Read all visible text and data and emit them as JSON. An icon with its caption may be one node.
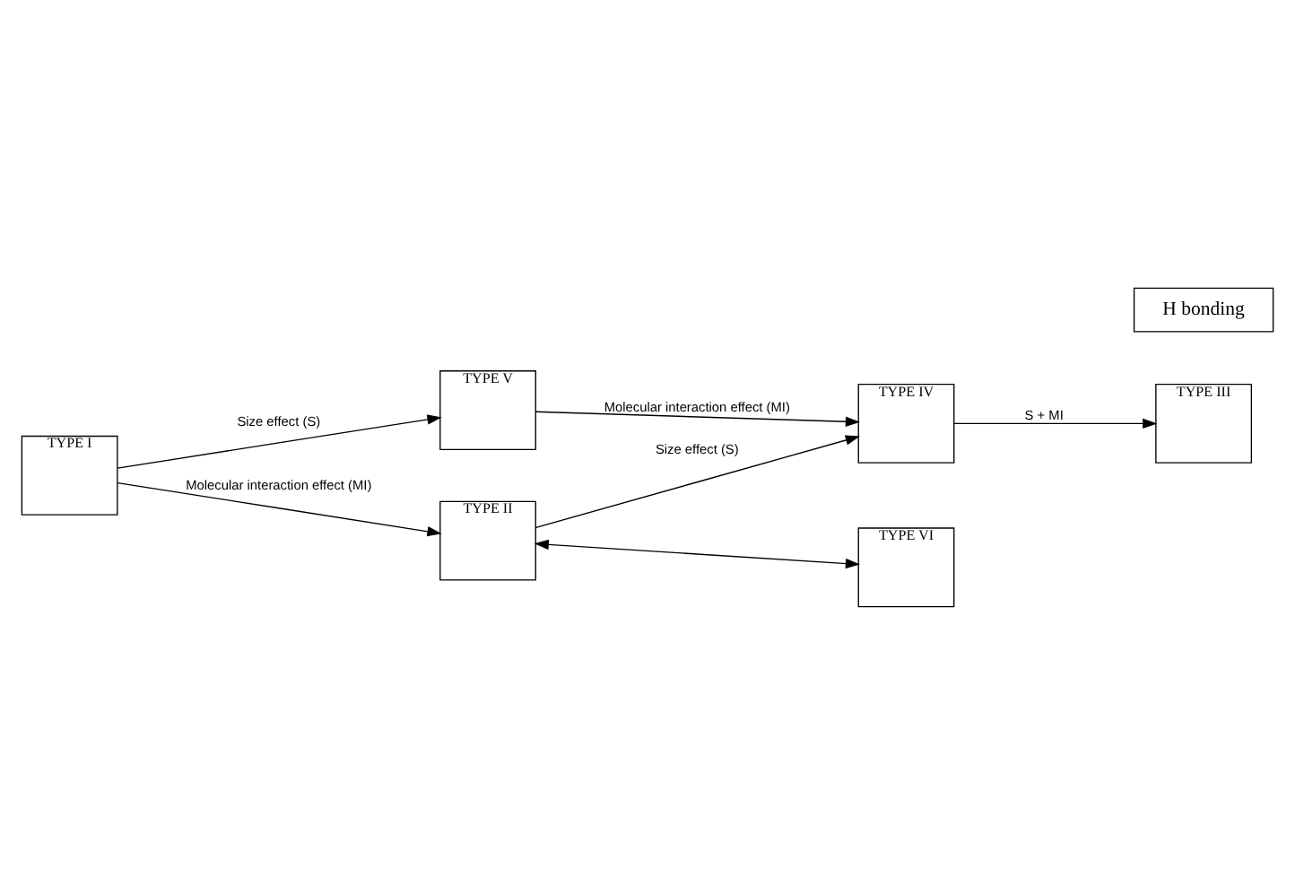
{
  "diagram": {
    "nodes": [
      {
        "text": [
          "TYPE I"
        ]
      },
      {
        "text": [
          "TYPE V"
        ]
      },
      {
        "text": [
          "TYPE IV"
        ]
      },
      {
        "text": [
          "TYPE III"
        ]
      },
      {
        "text": [
          "TYPE II"
        ]
      },
      {
        "text": [
          "TYPE VI"
        ]
      },
      {
        "text": [
          "H bonding"
        ]
      }
    ],
    "edges": [
      {
        "from": 0,
        "to": 1,
        "arrow": "to",
        "label": "Size effect (S)"
      },
      {
        "from": 1,
        "to": 2,
        "arrow": "to",
        "label": "Molecular interaction effect (MI)"
      },
      {
        "from": 0,
        "to": 4,
        "arrow": "to",
        "label": "Molecular interaction effect (MI)"
      },
      {
        "from": 2,
        "to": 3,
        "arrow": "to",
        "label": "S + MI"
      },
      {
        "from": 4,
        "to": 2,
        "arrow": "to",
        "label": "Size effect (S)"
      },
      {
        "from": 4,
        "to": 5,
        "arrow": "both"
      }
    ]
  }
}
